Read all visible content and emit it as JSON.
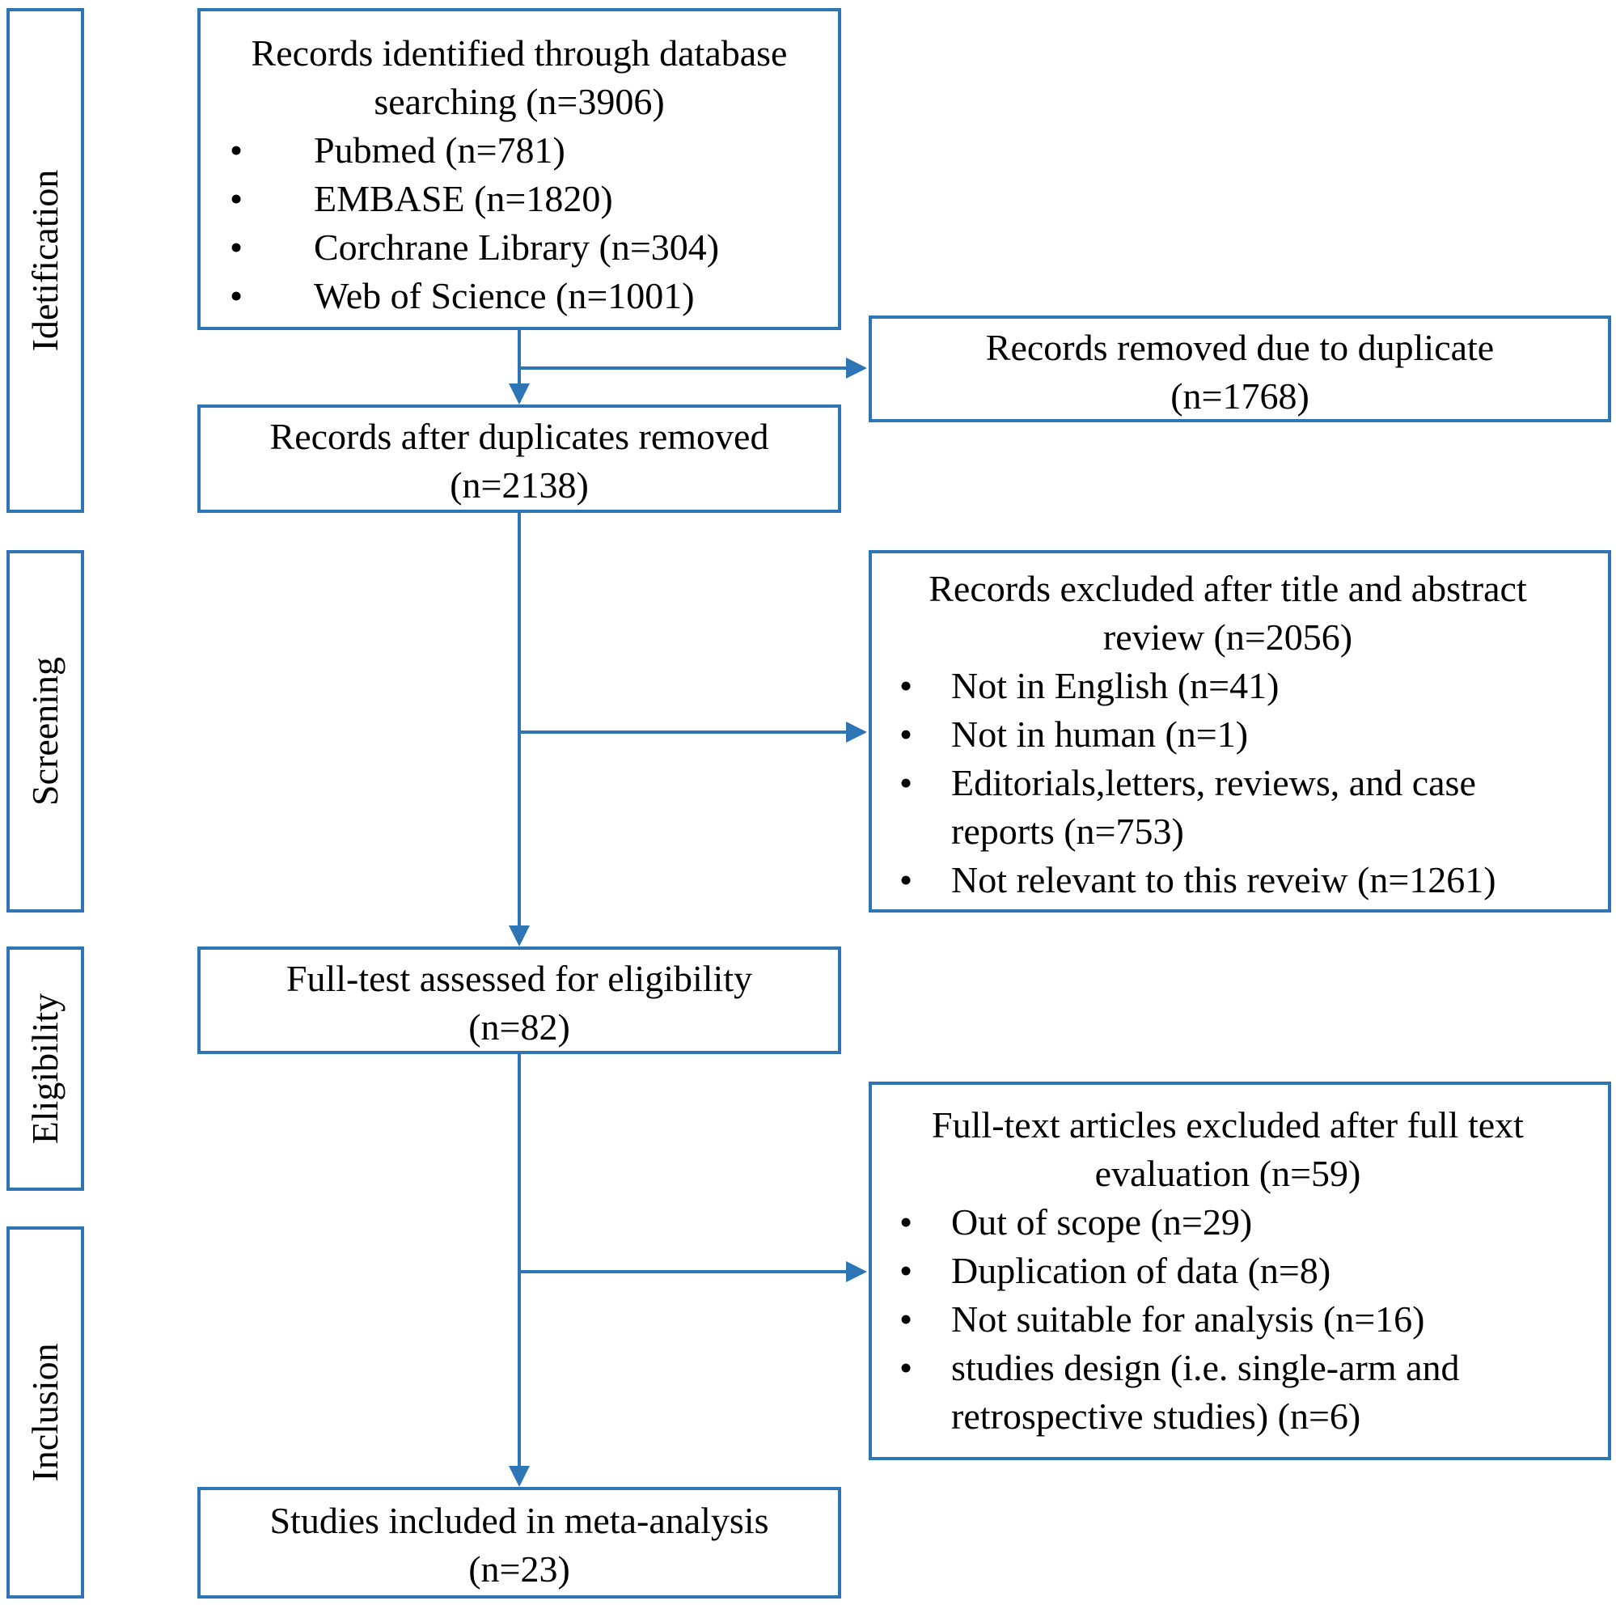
{
  "stages": {
    "identification": "Idetification",
    "screening": "Screening",
    "eligibility": "Eligibility",
    "inclusion": "Inclusion"
  },
  "identified": {
    "title_line1": "Records identified through database",
    "title_line2": "searching (n=3906)",
    "items": [
      "Pubmed (n=781)",
      "EMBASE (n=1820)",
      "Corchrane Library (n=304)",
      "Web of Science (n=1001)"
    ]
  },
  "duplicates_removed": {
    "line1": "Records removed due to duplicate",
    "line2": "(n=1768)"
  },
  "after_duplicates": {
    "line1": "Records after duplicates removed",
    "line2": "(n=2138)"
  },
  "excluded_title_abstract": {
    "title_line1": "Records excluded after title and abstract",
    "title_line2": "review (n=2056)",
    "items": [
      "Not in English (n=41)",
      "Not in human (n=1)",
      "Editorials,letters, reviews, and case reports (n=753)",
      "Not relevant to this reveiw (n=1261)"
    ]
  },
  "full_text_assessed": {
    "line1": "Full-test assessed for eligibility",
    "line2": "(n=82)"
  },
  "full_text_excluded": {
    "title_line1": "Full-text articles excluded after full text",
    "title_line2": "evaluation  (n=59)",
    "items": [
      "Out of scope (n=29)",
      "Duplication of data (n=8)",
      "Not suitable for analysis  (n=16)",
      "studies design (i.e. single-arm and retrospective studies)  (n=6)"
    ]
  },
  "included": {
    "line1": "Studies included in  meta-analysis",
    "line2": "(n=23)"
  },
  "colors": {
    "border": "#2e75b6",
    "arrow": "#2e75b6"
  }
}
